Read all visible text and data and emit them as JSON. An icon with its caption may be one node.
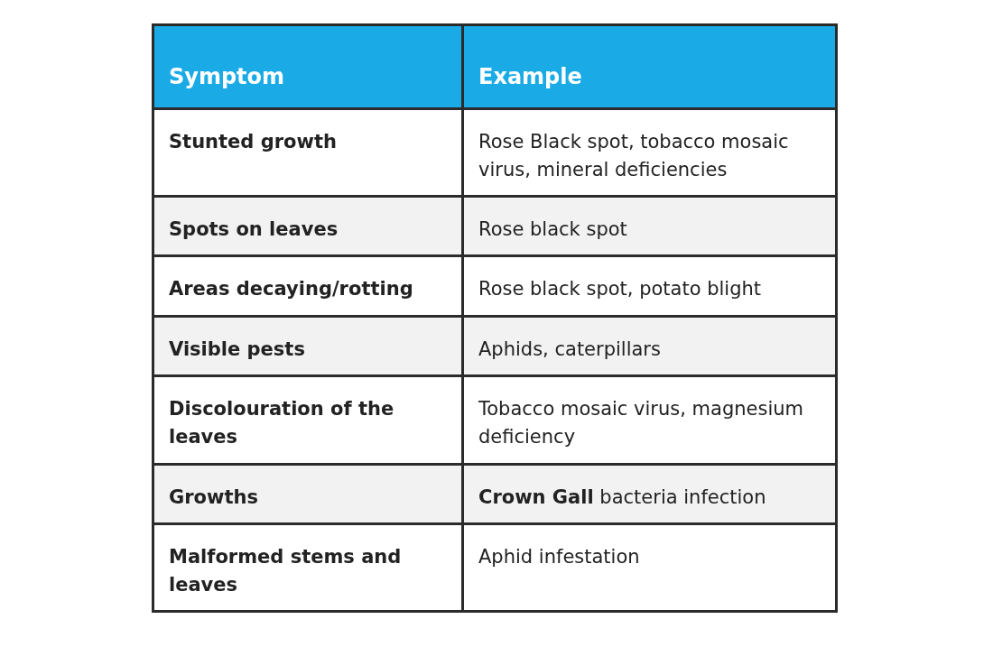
{
  "diagram": {
    "labels": [
      "Symptom",
      "Example",
      "Stunted growth",
      "Rose Black spot, tobacco mosaic virus, mineral deficiencies",
      "Spots on leaves",
      "Rose black spot",
      "Areas decaying/rotting",
      "Rose black spot, potato blight",
      "Visible pests",
      "Aphids, caterpillars",
      "Discolouration of the leaves",
      "Tobacco mosaic virus, magnesium deficiency",
      "Growths",
      "**Crown Gall** bacteria infection",
      "Malformed stems and leaves",
      "Aphid infestation"
    ]
  }
}
